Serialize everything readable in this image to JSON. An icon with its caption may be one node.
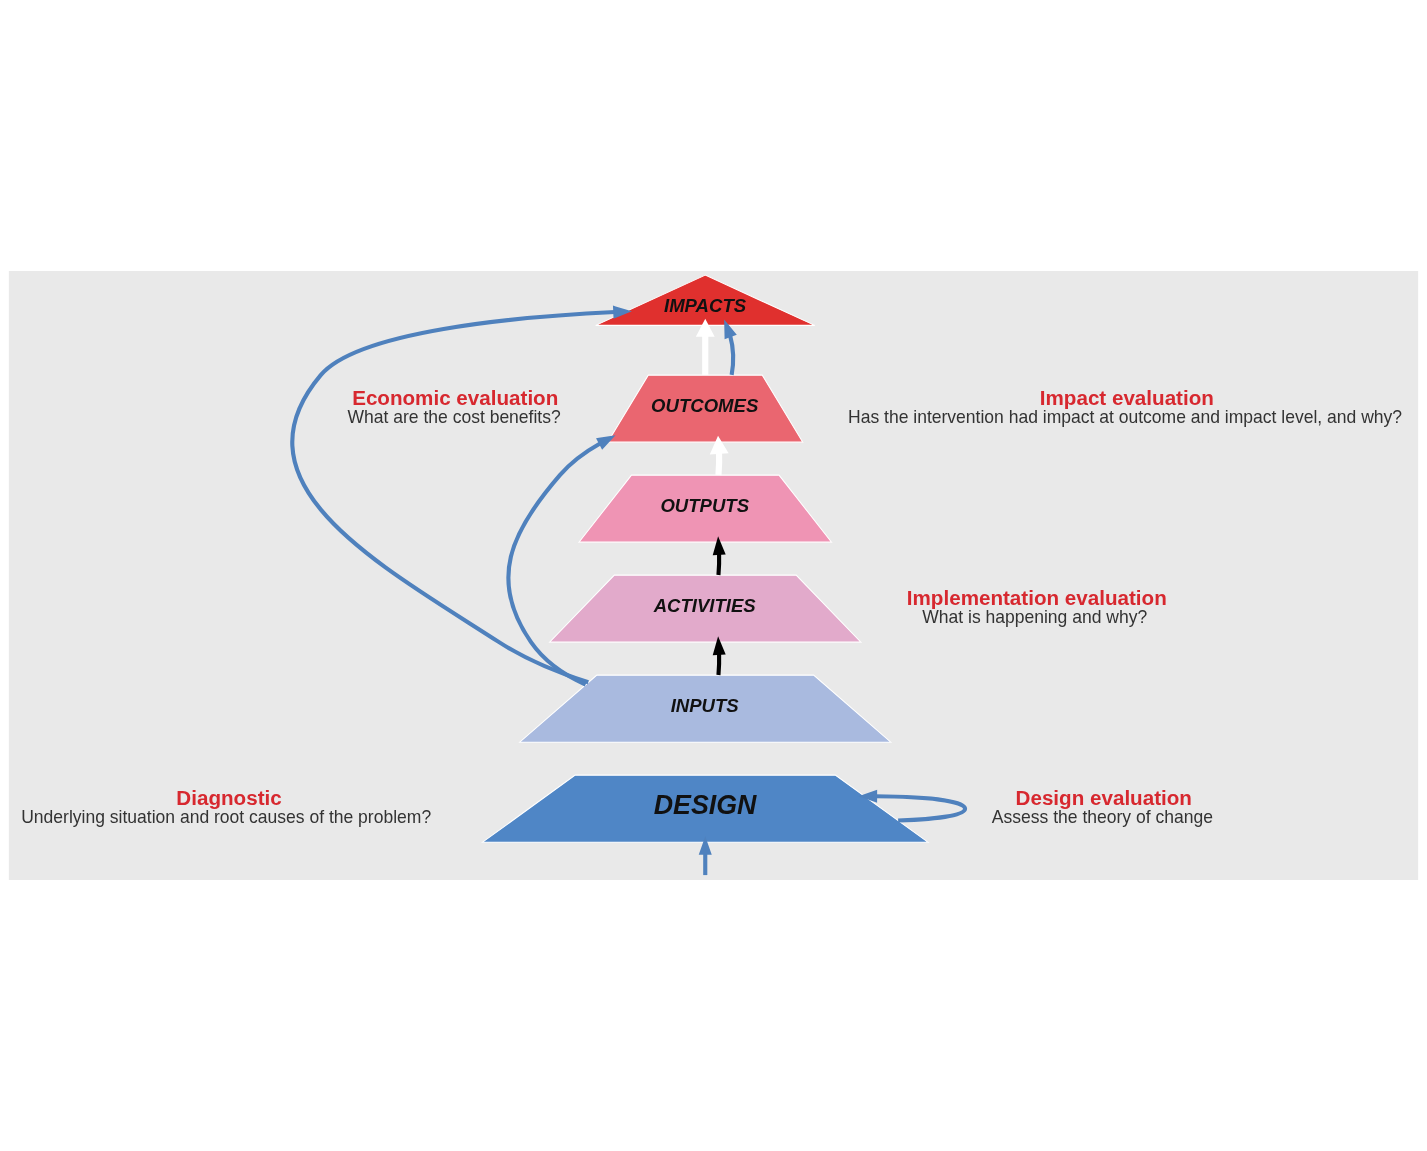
{
  "diagram": {
    "nodes": [
      {
        "text": [
          "IMPACTS"
        ]
      },
      {
        "text": [
          "OUTCOMES"
        ]
      },
      {
        "text": [
          "OUTPUTS"
        ]
      },
      {
        "text": [
          "ACTIVITIES"
        ]
      },
      {
        "text": [
          "INPUTS"
        ]
      },
      {
        "text": [
          "DESIGN"
        ]
      }
    ],
    "edges": [
      {
        "from": 4,
        "to": 3,
        "arrow": "to",
        "color": "#000000"
      },
      {
        "from": 3,
        "to": 2,
        "arrow": "to",
        "color": "#000000"
      },
      {
        "from": 2,
        "to": 1,
        "arrow": "to",
        "color": "#ffffff"
      },
      {
        "from": 1,
        "to": 0,
        "arrow": "to",
        "color": "#ffffff"
      },
      {
        "from": 5,
        "to": 5,
        "arrow": "to",
        "color": "#4f81bd"
      },
      {
        "from": null,
        "to": 5,
        "arrow": "to",
        "color": "#4f81bd"
      },
      {
        "from": 4,
        "to": 0,
        "arrow": "to",
        "color": "#4f81bd"
      },
      {
        "from": 1,
        "to": 0,
        "arrow": "to",
        "color": "#4f81bd"
      },
      {
        "from": 4,
        "to": 1,
        "arrow": "to",
        "color": "#4f81bd"
      }
    ],
    "labels": [
      "Economic evaluation",
      "What are the cost benefits?",
      "Impact evaluation",
      "Has the intervention had impact at outcome and impact level, and why?",
      "Implementation evaluation",
      "What is happening and why?",
      "Diagnostic",
      "Underlying situation and root causes of the problem?",
      "Design evaluation",
      "Assess the theory of change"
    ]
  }
}
